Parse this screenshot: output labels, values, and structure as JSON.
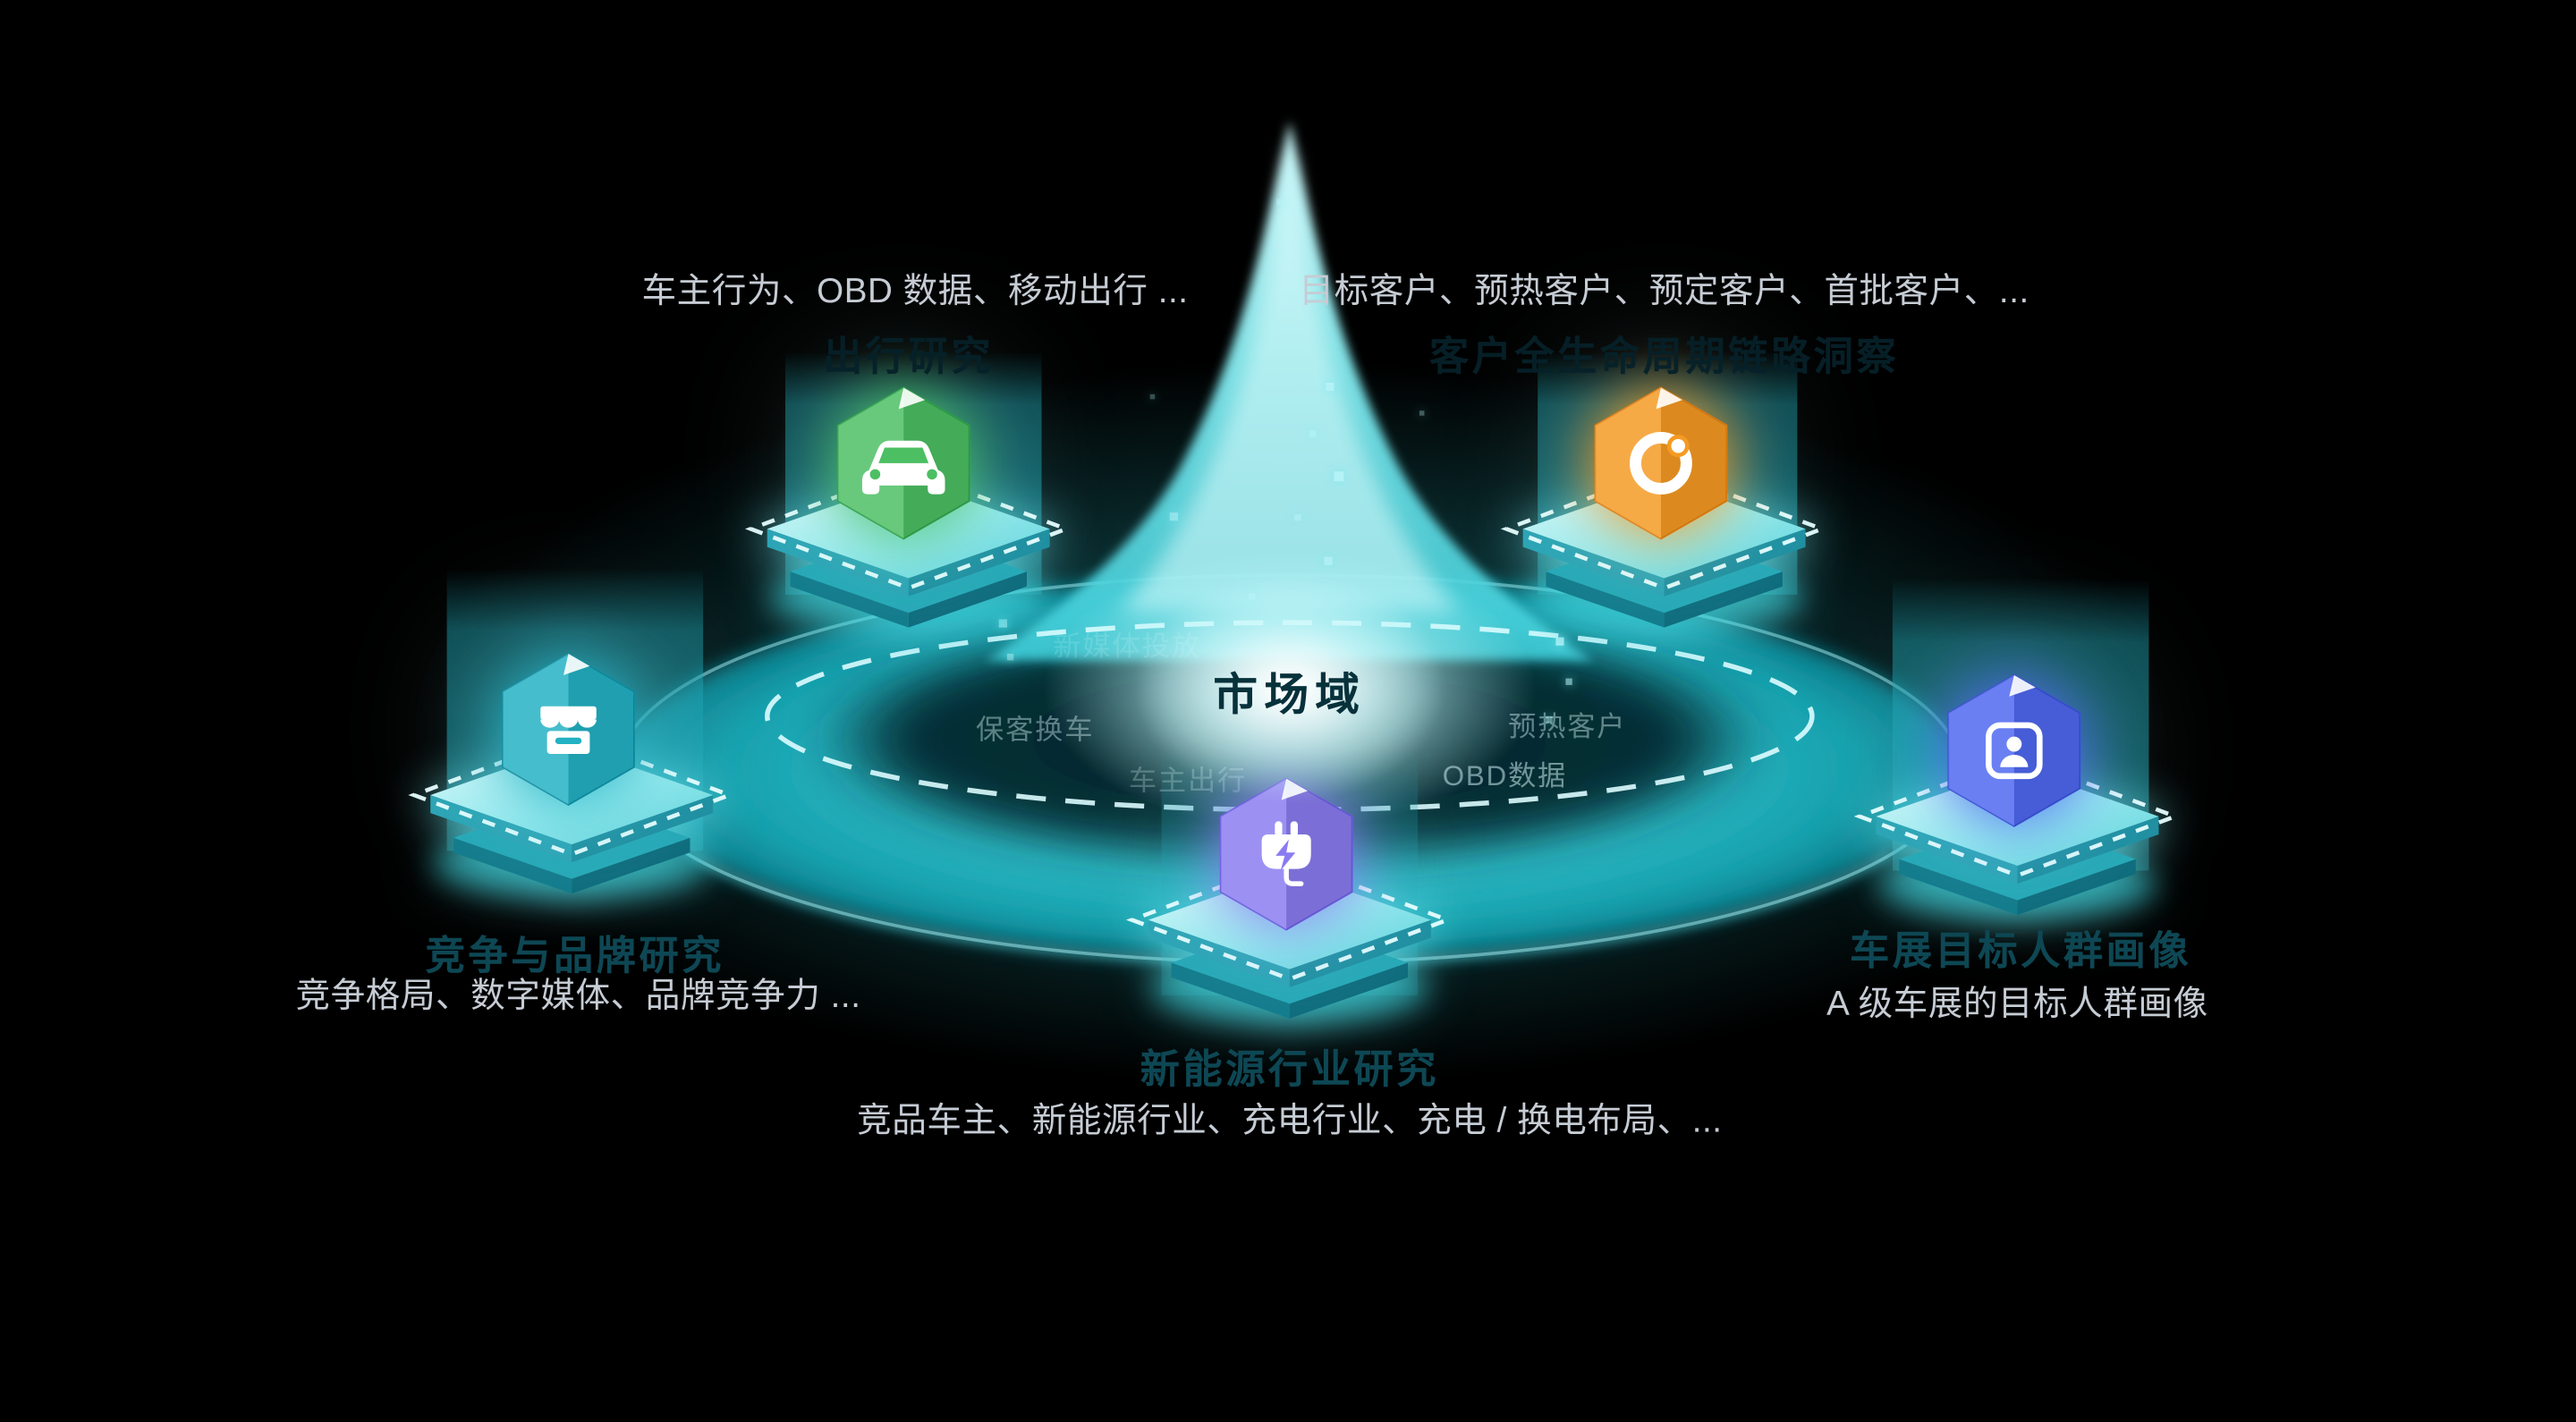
{
  "canvas": {
    "background": "#000000",
    "accent_color": "#35cfd8",
    "dashed_ring_color": "#ddfcff"
  },
  "center": {
    "label": "市场域"
  },
  "ring_watermarks": [
    {
      "text": "新媒体投放"
    },
    {
      "text": "保客换车"
    },
    {
      "text": "预热客户"
    },
    {
      "text": "OBD数据"
    },
    {
      "text": "车主出行"
    }
  ],
  "nodes": [
    {
      "id": "travel-research",
      "title": "出行研究",
      "caption": "车主行为、OBD 数据、移动出行 ...",
      "icon": "car-icon",
      "colors": {
        "base": "#4cbf63",
        "deep": "#2fa24b"
      }
    },
    {
      "id": "customer-lifecycle",
      "title": "客户全生命周期链路洞察",
      "caption": "目标客户、预热客户、预定客户、首批客户、...",
      "icon": "lifecycle-ring-icon",
      "colors": {
        "base": "#f59a23",
        "deep": "#e07f12"
      }
    },
    {
      "id": "competition-research",
      "title": "竞争与品牌研究",
      "caption": "竞争格局、数字媒体、品牌竞争力 ...",
      "icon": "storefront-icon",
      "colors": {
        "base": "#23b1c3",
        "deep": "#118fa4"
      }
    },
    {
      "id": "industry-research",
      "title": "新能源行业研究",
      "caption": "竞品车主、新能源行业、充电行业、充电 / 换电布局、...",
      "icon": "charging-plug-icon",
      "colors": {
        "base": "#8a7cf0",
        "deep": "#6c5ce0"
      }
    },
    {
      "id": "audience-portrait",
      "title": "车展目标人群画像",
      "caption": "A 级车展的目标人群画像",
      "icon": "person-card-icon",
      "colors": {
        "base": "#4e68f0",
        "deep": "#3950d6"
      }
    }
  ]
}
